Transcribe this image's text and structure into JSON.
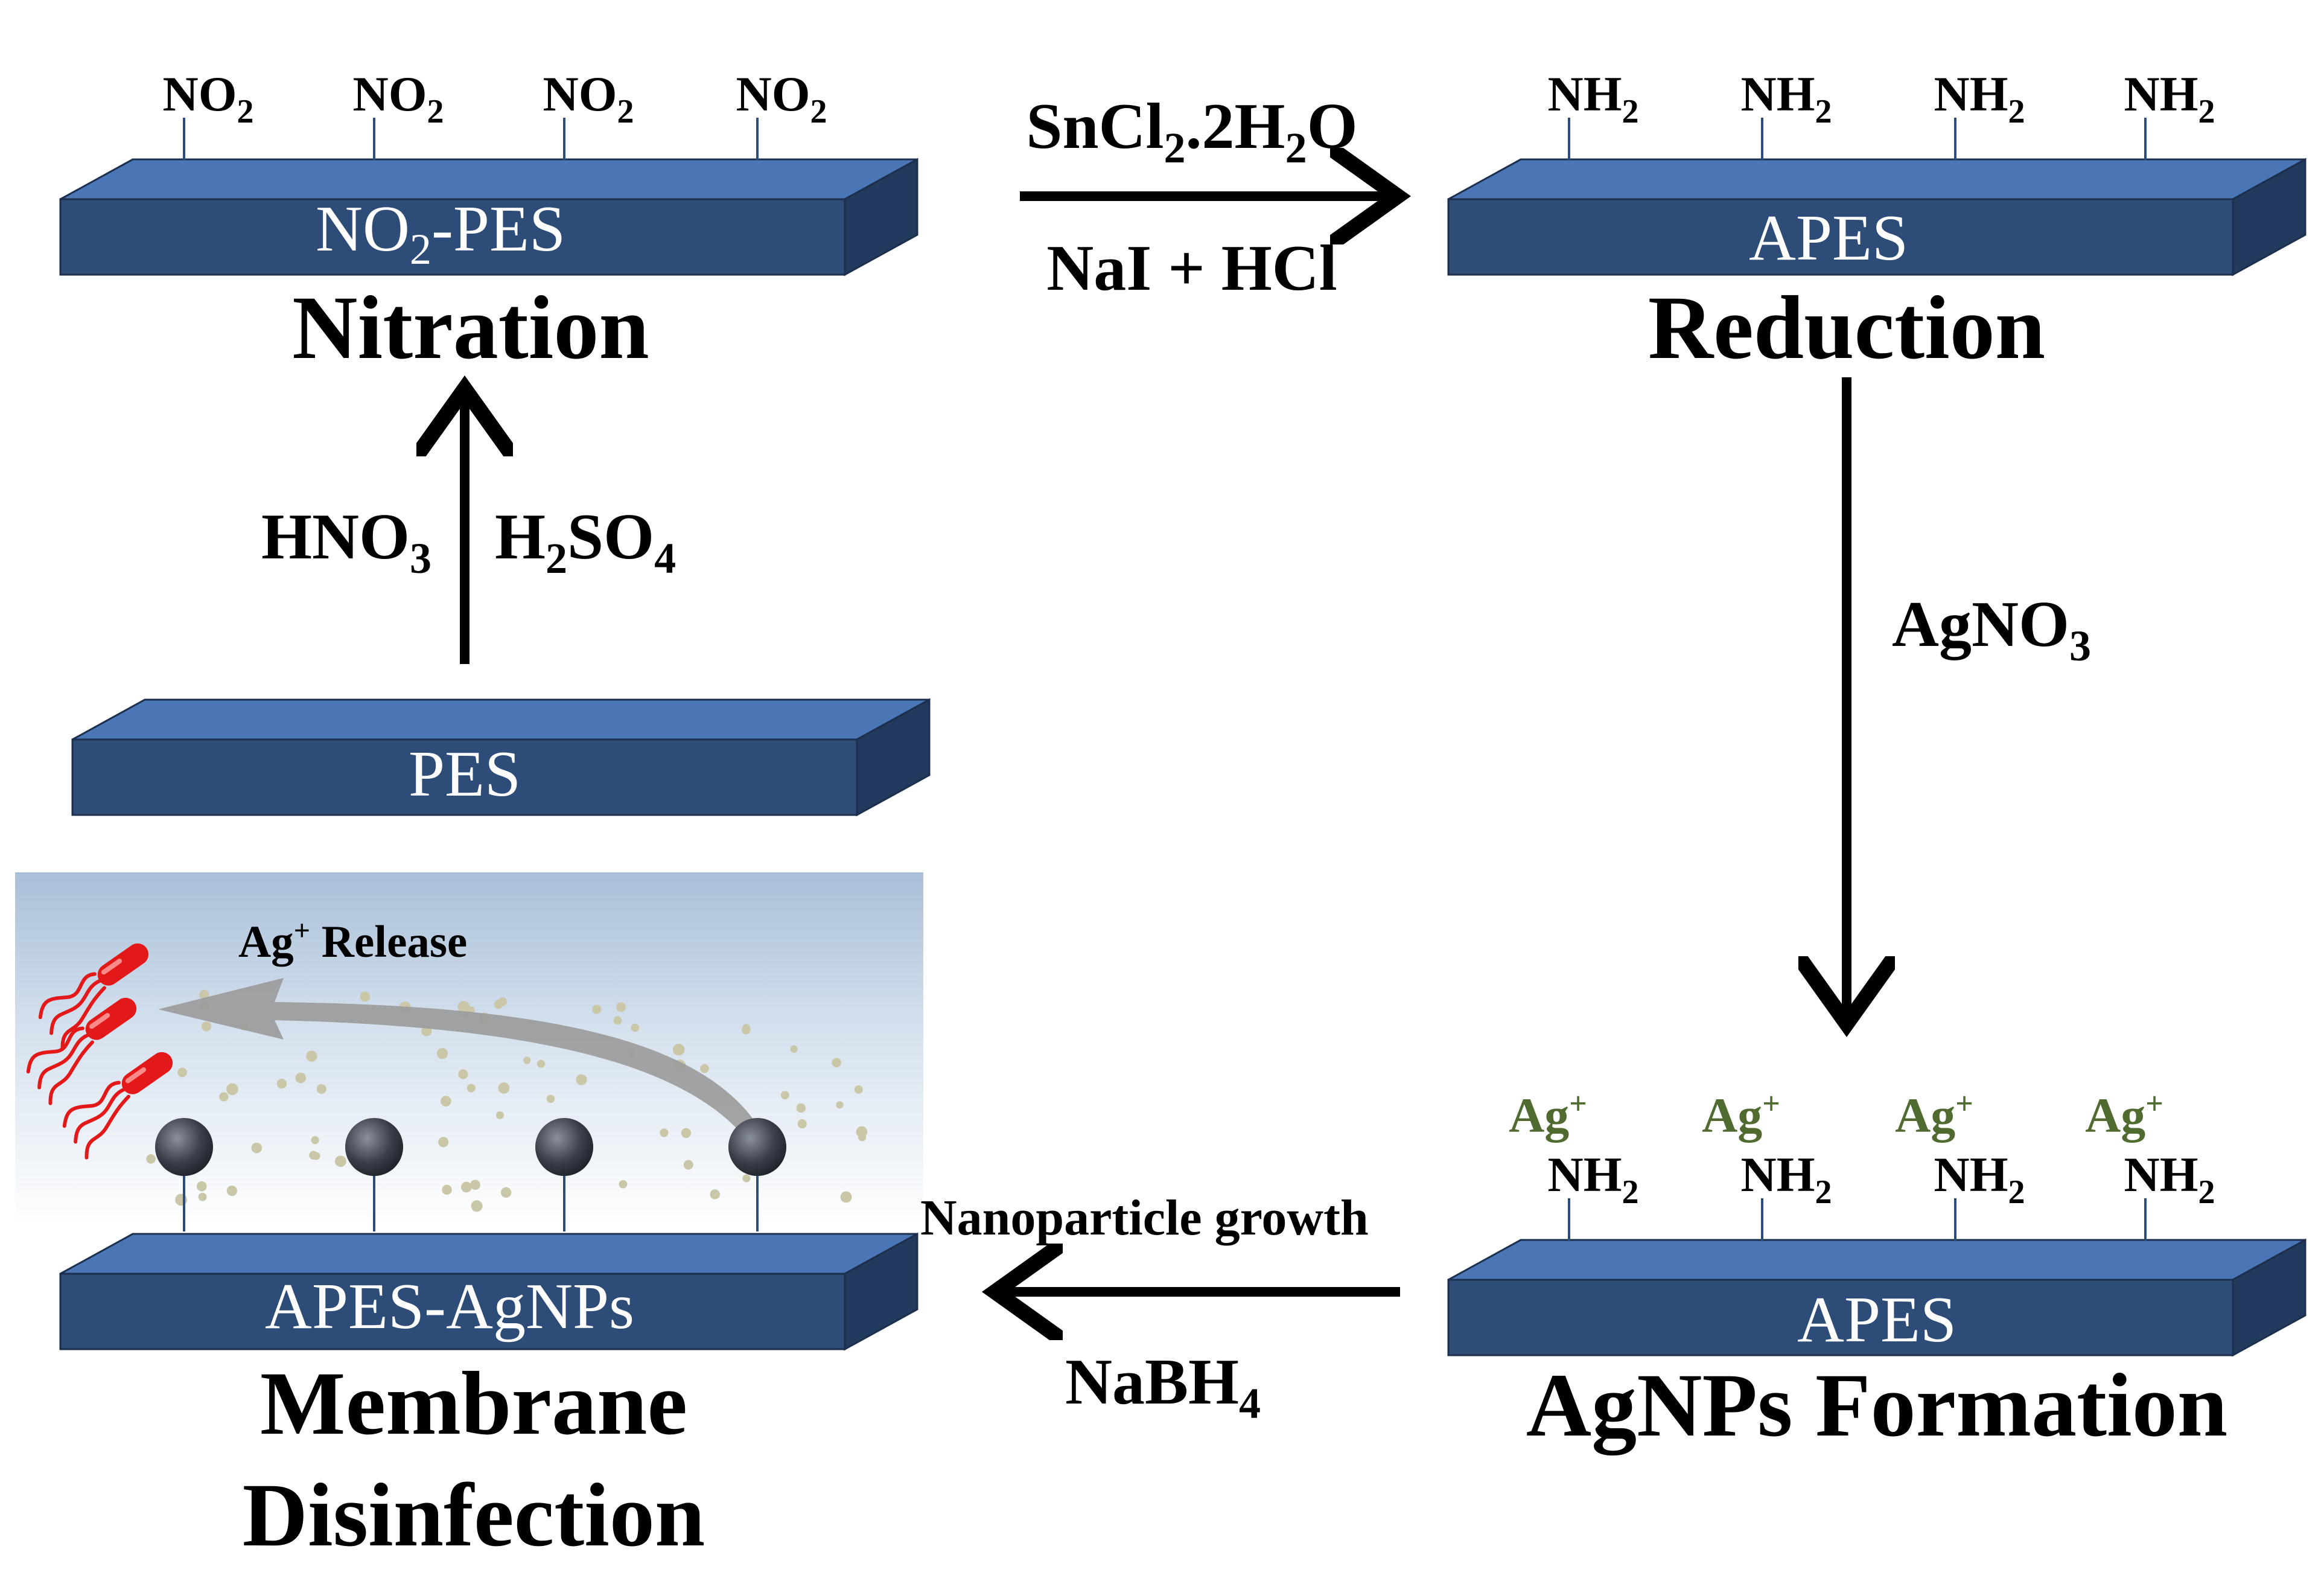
{
  "colors": {
    "slab_top": "#4a76b5",
    "slab_front": "#2e4c78",
    "slab_side": "#213a5e",
    "ag_ion": "#4f6b2f",
    "bacteria": "#e31818",
    "nanoparticle": "#3a3f4a"
  },
  "pes": {
    "label": "PES"
  },
  "nitration_step": {
    "reagent_left": "HNO",
    "reagent_left_sub": "3",
    "reagent_right": "H",
    "reagent_right_sub1": "2",
    "reagent_right_mid": "SO",
    "reagent_right_sub2": "4"
  },
  "nitration": {
    "slab_label": "NO",
    "slab_label_sub": "2",
    "slab_label_suffix": "-PES",
    "title": "Nitration",
    "group": "NO",
    "group_sub": "2"
  },
  "reduction_step": {
    "line1_a": "SnCl",
    "line1_sub1": "2",
    "line1_b": ".2H",
    "line1_sub2": "2",
    "line1_c": "O",
    "line2": "NaI + HCl"
  },
  "reduction": {
    "slab_label": "APES",
    "title": "Reduction",
    "group": "NH",
    "group_sub": "2"
  },
  "silver_step": {
    "reagent": "AgNO",
    "reagent_sub": "3"
  },
  "agnps": {
    "slab_label": "APES",
    "title": "AgNPs Formation",
    "ion": "Ag",
    "ion_sup": "+",
    "group": "NH",
    "group_sub": "2"
  },
  "growth_step": {
    "label": "Nanoparticle growth",
    "reagent": "NaBH",
    "reagent_sub": "4"
  },
  "disinfection": {
    "slab_label": "APES-AgNPs",
    "title_line1": "Membrane",
    "title_line2": "Disinfection",
    "release_label": "Ag",
    "release_sup": "+",
    "release_suffix": " Release"
  }
}
